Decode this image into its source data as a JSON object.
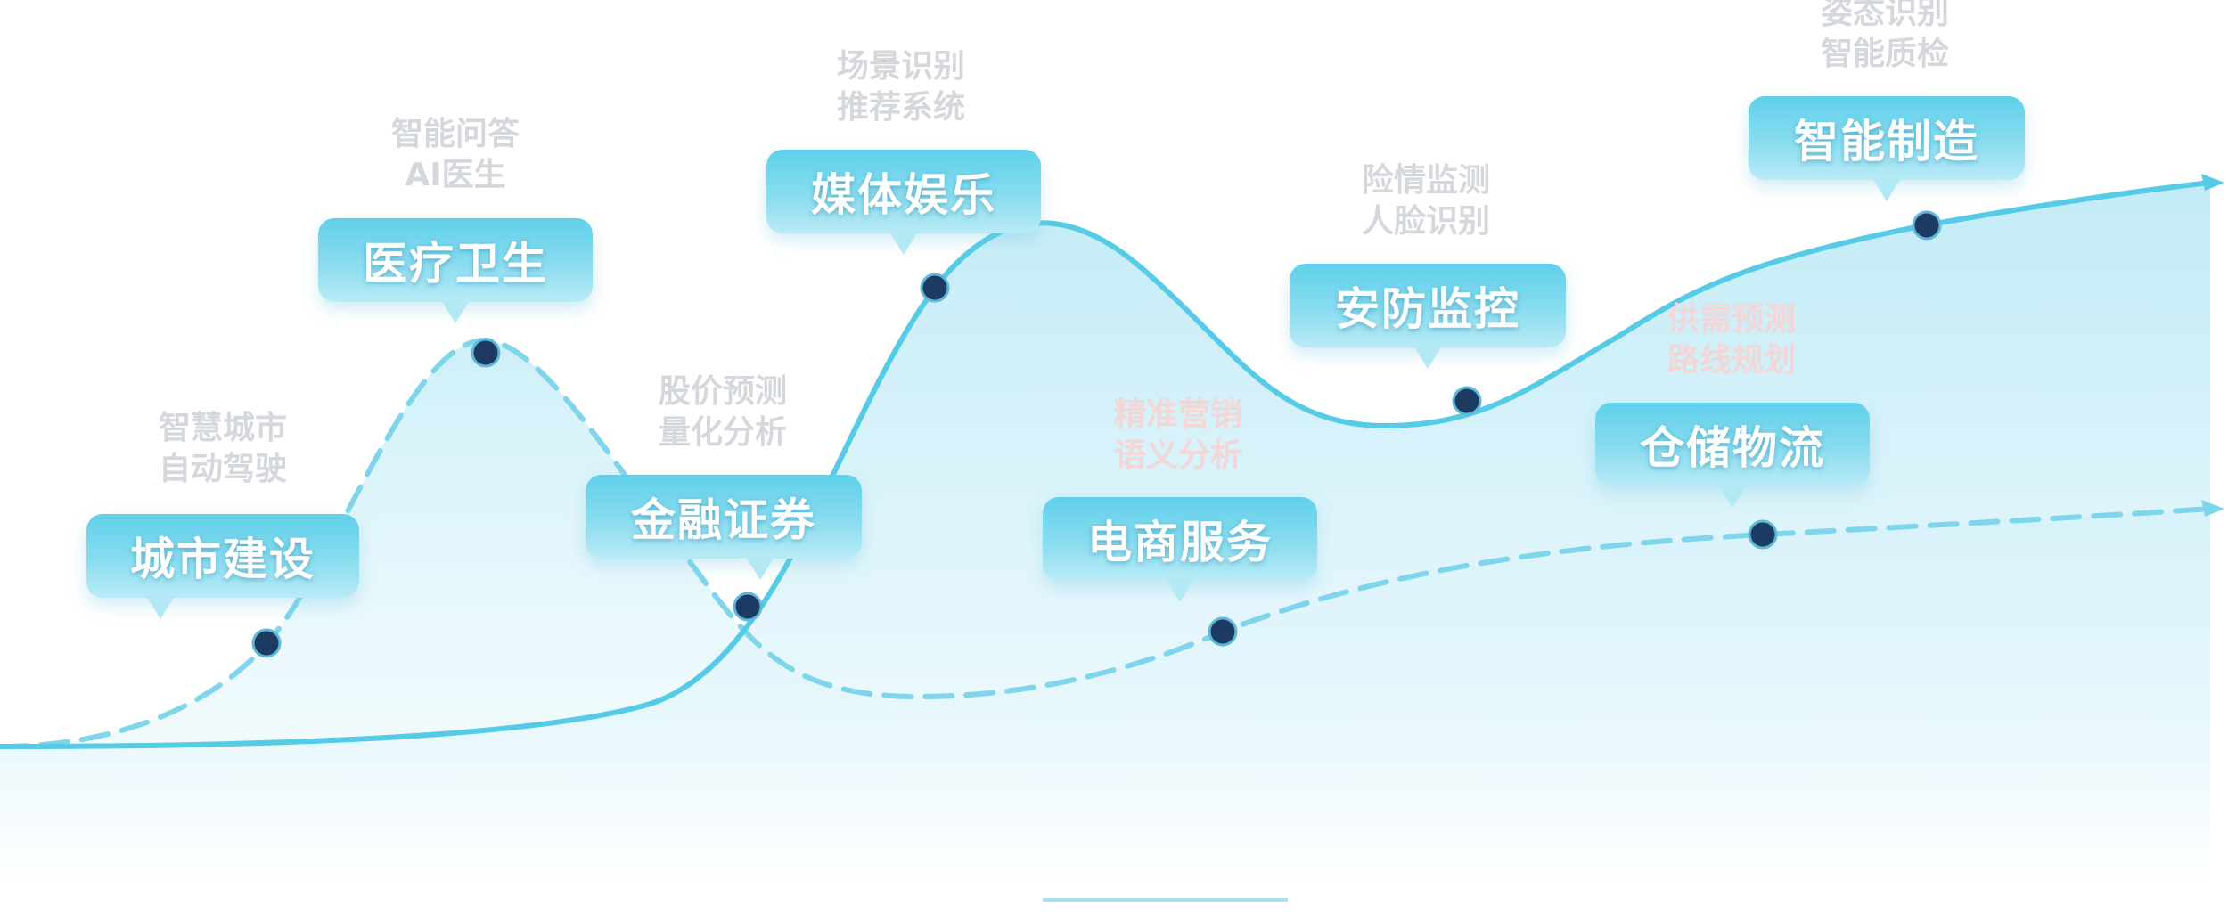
{
  "nodes": [
    {
      "label": "城市建设",
      "lines": [
        "智慧城市",
        "自动驾驶"
      ],
      "tone": "grey"
    },
    {
      "label": "医疗卫生",
      "lines": [
        "智能问答",
        "AI医生"
      ],
      "tone": "grey"
    },
    {
      "label": "金融证券",
      "lines": [
        "股价预测",
        "量化分析"
      ],
      "tone": "grey"
    },
    {
      "label": "媒体娱乐",
      "lines": [
        "场景识别",
        "推荐系统"
      ],
      "tone": "grey"
    },
    {
      "label": "电商服务",
      "lines": [
        "精准营销",
        "语义分析"
      ],
      "tone": "pink"
    },
    {
      "label": "安防监控",
      "lines": [
        "险情监测",
        "人脸识别"
      ],
      "tone": "grey"
    },
    {
      "label": "仓储物流",
      "lines": [
        "供需预测",
        "路线规划"
      ],
      "tone": "pink"
    },
    {
      "label": "智能制造",
      "lines": [
        "姿态识别",
        "智能质检"
      ],
      "tone": "grey"
    }
  ],
  "colors": {
    "solid_line": "#56cbe7",
    "dashed_line": "#7fd5ec",
    "dot_fill": "#1d3a63",
    "tag_top": "#5fd0ea",
    "tag_bottom": "#b9ebf6"
  }
}
